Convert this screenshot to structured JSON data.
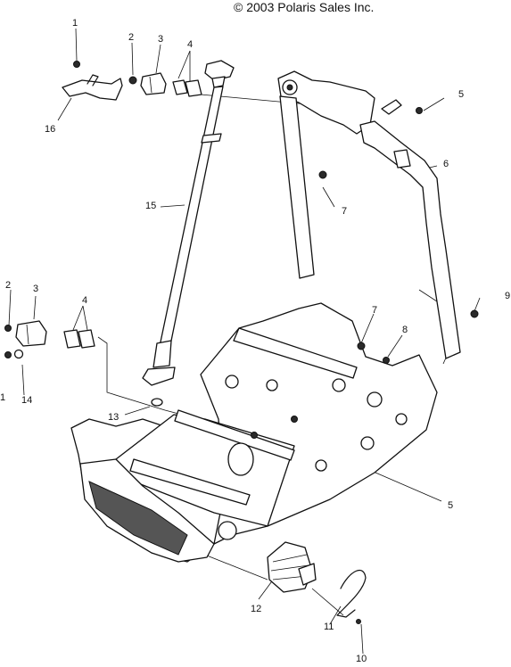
{
  "copyright": "© 2003 Polaris Sales Inc.",
  "callouts": {
    "c1_top": "1",
    "c2_top": "2",
    "c3_top": "3",
    "c4_top": "4",
    "c5_top": "5",
    "c6": "6",
    "c7_top": "7",
    "c9": "9",
    "c15": "15",
    "c16": "16",
    "c2_left": "2",
    "c3_left": "3",
    "c4_left": "4",
    "c1_left": "1",
    "c14": "14",
    "c7_mid": "7",
    "c8": "8",
    "c13": "13",
    "c5_bottom": "5",
    "c12": "12",
    "c11": "11",
    "c10": "10"
  }
}
